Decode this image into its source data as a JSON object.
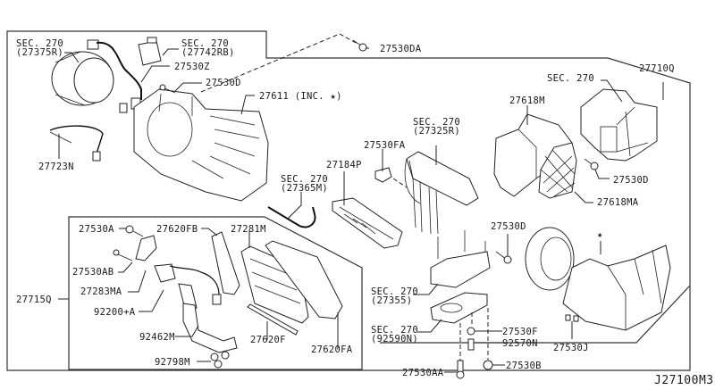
{
  "diagram": {
    "code": "J27100M3",
    "labels": {
      "sec_27375r_a": "SEC. 270",
      "sec_27375r_b": "(27375R)",
      "sec_27742rb_a": "SEC. 270",
      "sec_27742rb_b": "(27742RB)",
      "p27530z": "27530Z",
      "p27530d_top": "27530D",
      "p27611": "27611 (INC. ★)",
      "p27530da": "27530DA",
      "p27723n": "27723N",
      "sec_27365m_a": "SEC. 270",
      "sec_27365m_b": "(27365M)",
      "p27184p": "27184P",
      "p27530fa": "27530FA",
      "sec_27325r_a": "SEC. 270",
      "sec_27325r_b": "(27325R)",
      "p27618m": "27618M",
      "sec_270_top": "SEC. 270",
      "p27710q": "27710Q",
      "p27530d_right": "27530D",
      "p27618ma": "27618MA",
      "p27530a": "27530A",
      "p27620fb": "27620FB",
      "p27281m": "27281M",
      "p27530ab": "27530AB",
      "p27283ma": "27283MA",
      "p27715q": "27715Q",
      "p92200a": "92200+A",
      "p92462m": "92462M",
      "p27620f": "27620F",
      "p27620fa": "27620FA",
      "p92798m": "92798M",
      "p27530d_mid": "27530D",
      "sec_27355_a": "SEC. 270",
      "sec_27355_b": "(27355)",
      "sec_92590n_a": "SEC. 270",
      "sec_92590n_b": "(92590N)",
      "p27530f": "27530F",
      "p92570n": "92570N",
      "p27530aa": "27530AA",
      "p27530b": "27530B",
      "p27530j": "27530J",
      "star": "★"
    }
  }
}
